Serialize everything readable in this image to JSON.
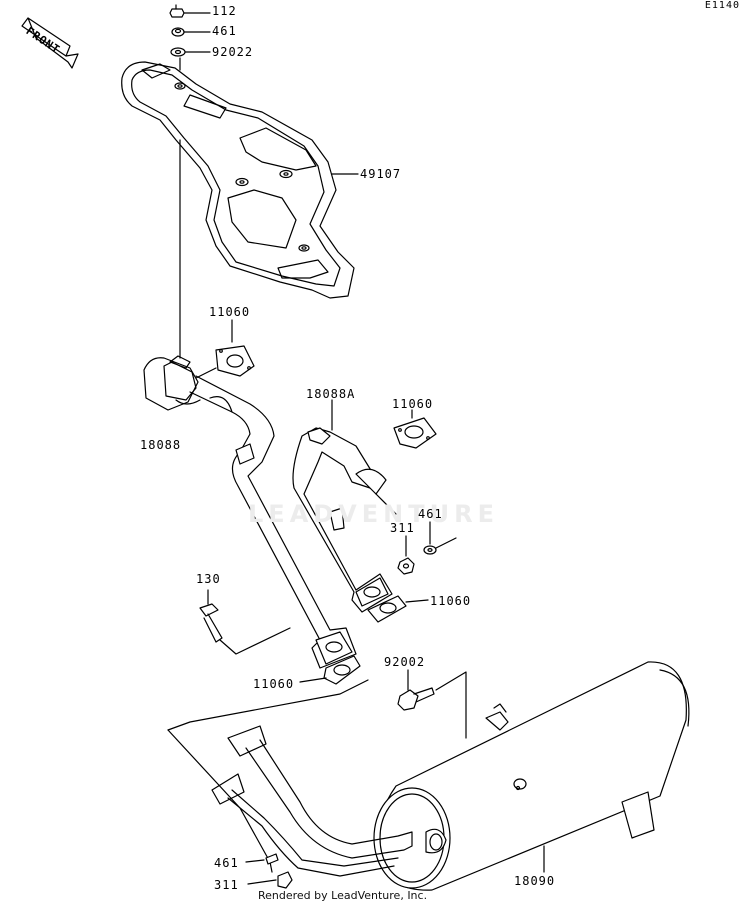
{
  "diagram_id": "E1140",
  "front_label": "FRONT",
  "watermark": "LEADVENTURE",
  "credit": "Rendered by LeadVenture, Inc.",
  "parts": [
    {
      "id": "112"
    },
    {
      "id": "461"
    },
    {
      "id": "92022"
    },
    {
      "id": "49107"
    },
    {
      "id": "11060"
    },
    {
      "id": "18088"
    },
    {
      "id": "18088A"
    },
    {
      "id": "11060"
    },
    {
      "id": "461"
    },
    {
      "id": "311"
    },
    {
      "id": "11060"
    },
    {
      "id": "130"
    },
    {
      "id": "11060"
    },
    {
      "id": "92002"
    },
    {
      "id": "461"
    },
    {
      "id": "311"
    },
    {
      "id": "18090"
    }
  ]
}
